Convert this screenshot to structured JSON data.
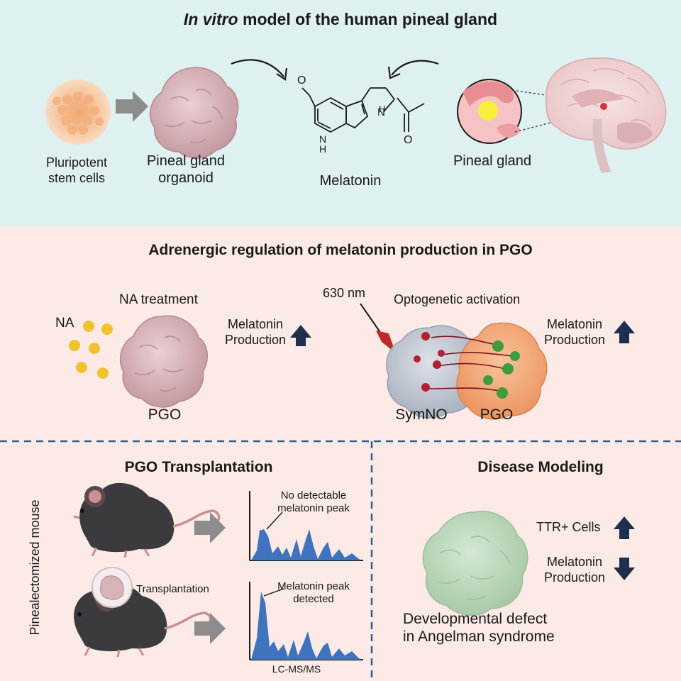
{
  "title": {
    "italic": "In vitro",
    "rest": " model of the human pineal gland"
  },
  "top": {
    "stem_cells_label": [
      "Pluripotent",
      "stem cells"
    ],
    "organoid_label": [
      "Pineal gland",
      "organoid"
    ],
    "melatonin_label": "Melatonin",
    "pineal_label": "Pineal gland",
    "molecule_atoms": {
      "o_top": "O",
      "nh_right": "N",
      "h_right": "H",
      "nh_ring": "N",
      "h_ring": "H",
      "o_carbonyl": "O"
    }
  },
  "middle": {
    "heading": "Adrenergic regulation of melatonin production in PGO",
    "na_treatment": "NA treatment",
    "na": "NA",
    "left_effect": [
      "Melatonin",
      "Production"
    ],
    "pgo_left": "PGO",
    "wavelength": "630 nm",
    "optogenetic": "Optogenetic activation",
    "right_effect": [
      "Melatonin",
      "Production"
    ],
    "symno": "SymNO",
    "pgo_right": "PGO"
  },
  "bottom_left": {
    "heading": "PGO Transplantation",
    "side_label": "Pinealectomized mouse",
    "annot_top": [
      "No detectable",
      "melatonin peak"
    ],
    "transplantation": "Transplantation",
    "annot_bottom": [
      "Melatonin peak",
      "detected"
    ],
    "axis_label": "LC-MS/MS"
  },
  "bottom_right": {
    "heading": "Disease Modeling",
    "ttr": "TTR+ Cells",
    "effect": [
      "Melatonin",
      "Production"
    ],
    "defect": [
      "Developmental defect",
      "in Angelman syndrome"
    ]
  },
  "colors": {
    "top_bg": "#dff0f1",
    "lower_bg": "#fbeae6",
    "organoid": "#d7b3b8",
    "arrow_navy": "#1f2f4f",
    "na_dot": "#f2c12e",
    "peak_blue": "#3f73bd",
    "mouse": "#3b3b3d",
    "disease_organoid": "#b8d6b8",
    "symno": "#c3c9d3",
    "pgo_orange": "#f3ad7d",
    "dashed": "#2f5f8a"
  },
  "icons": [
    "gray-right-arrow-icon",
    "curved-arrow-icon",
    "navy-up-arrow-icon",
    "navy-down-arrow-icon",
    "mouse-icon",
    "brain-icon",
    "laser-pointer-icon"
  ]
}
